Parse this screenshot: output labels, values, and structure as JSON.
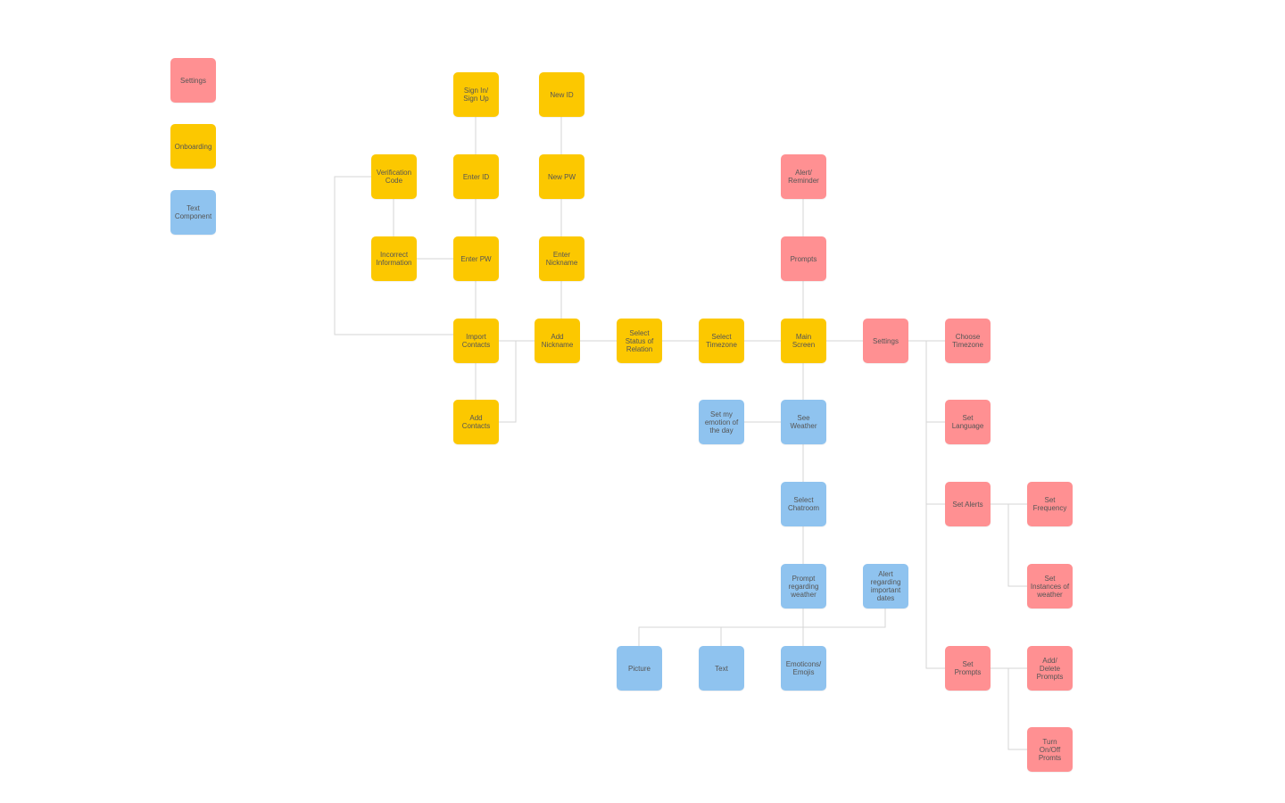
{
  "colors": {
    "settings": "#ff9092",
    "onboarding": "#fcc800",
    "text_component": "#8fc3ef",
    "connector": "#d6d6d6",
    "label": "#555555"
  },
  "legend": {
    "settings": "Settings",
    "onboarding": "Onboarding",
    "text_component": "Text\nComponent"
  },
  "onboarding": {
    "sign_in": "Sign In/\nSign Up",
    "new_id": "New ID",
    "verification_code": "Verification\nCode",
    "enter_id": "Enter ID",
    "new_pw": "New PW",
    "incorrect_information": "Incorrect\nInformation",
    "enter_pw": "Enter PW",
    "enter_nickname": "Enter\nNickname",
    "import_contacts": "Import\nContacts",
    "add_nickname": "Add\nNickname",
    "select_status": "Select\nStatus of\nRelation",
    "select_timezone": "Select\nTimezone",
    "main_screen": "Main\nScreen",
    "add_contacts": "Add\nContacts"
  },
  "settings": {
    "alert_reminder": "Alert/\nReminder",
    "prompts": "Prompts",
    "settings": "Settings",
    "choose_timezone": "Choose\nTimezone",
    "set_language": "Set\nLanguage",
    "set_alerts": "Set Alerts",
    "set_frequency": "Set\nFrequency",
    "set_instances": "Set\nInstances of\nweather",
    "set_prompts": "Set\nPrompts",
    "add_delete_prompts": "Add/\nDelete\nPrompts",
    "turn_on_off_prompts": "Turn\nOn/Off\nPromts"
  },
  "text_components": {
    "set_emotion": "Set my\nemotion of\nthe day",
    "see_weather": "See\nWeather",
    "select_chatroom": "Select\nChatroom",
    "prompt_weather": "Prompt\nregarding\nweather",
    "alert_dates": "Alert\nregarding\nimportant\ndates",
    "picture": "Picture",
    "text": "Text",
    "emoticons": "Emoticons/\nEmojis"
  }
}
